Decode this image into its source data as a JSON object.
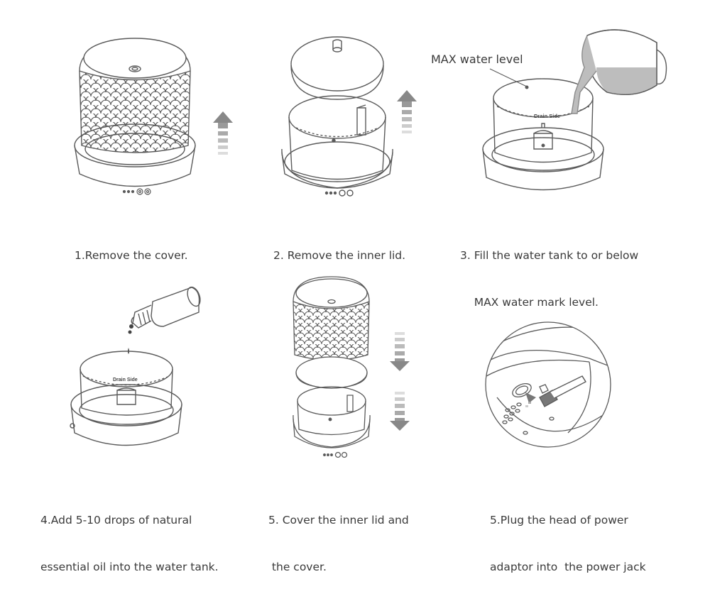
{
  "steps": [
    {
      "caption_line1": "1.Remove the cover.",
      "caption_line2": ""
    },
    {
      "caption_line1": "2. Remove the inner lid.",
      "caption_line2": ""
    },
    {
      "caption_line1": "3. Fill the water tank to or below",
      "caption_line2": "    MAX water mark level."
    },
    {
      "caption_line1": "4.Add 5-10 drops of natural",
      "caption_line2": "essential oil into the water tank."
    },
    {
      "caption_line1": "5. Cover the inner lid and",
      "caption_line2": " the cover."
    },
    {
      "caption_line1": "5.Plug the head of power",
      "caption_line2": "adaptor into  the power jack"
    }
  ],
  "annotations": {
    "max_water_level": "MAX water level",
    "drain_side": "Drain Side"
  },
  "colors": {
    "line": "#5a5a5a",
    "arrow_dark": "#888888",
    "arrow_light": "#cfcfcf",
    "water": "#bdbdbd"
  }
}
